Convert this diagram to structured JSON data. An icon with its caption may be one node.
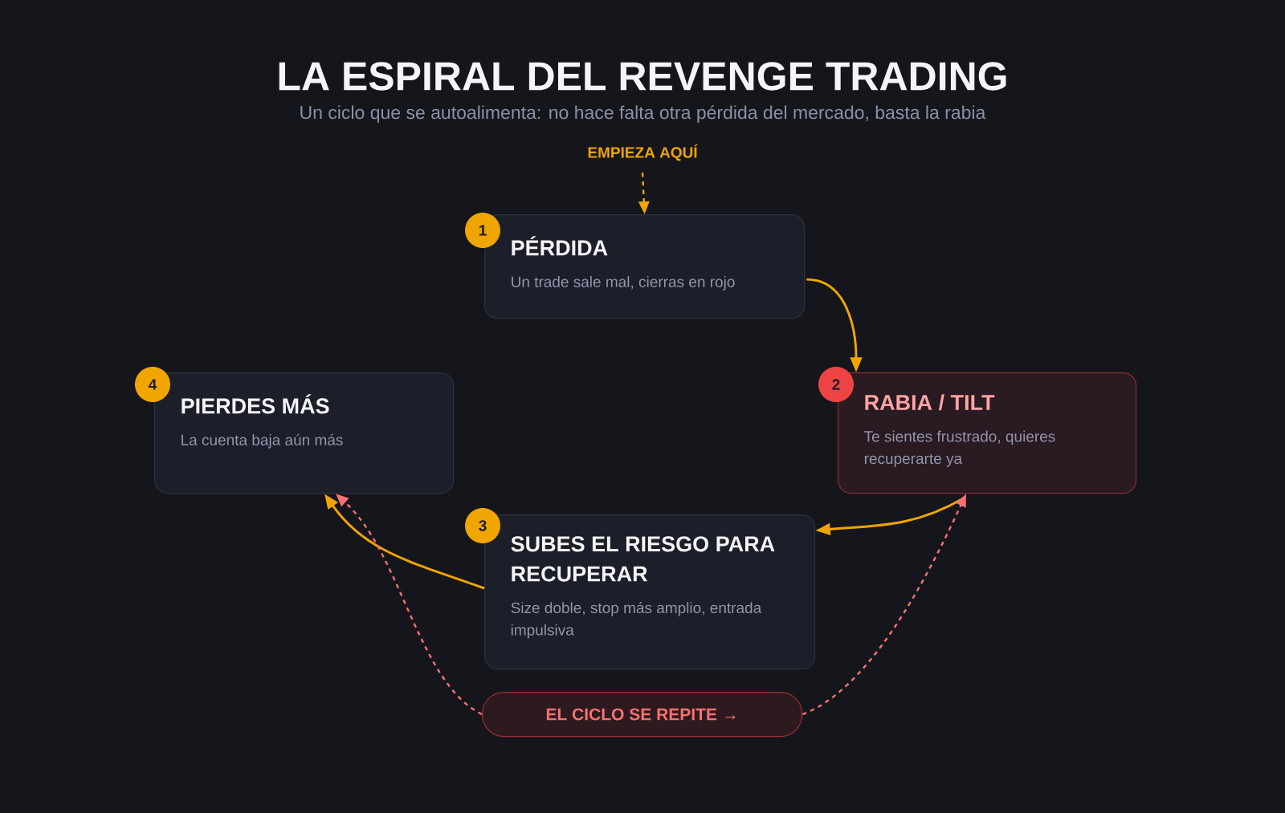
{
  "diagram": {
    "title": "LA ESPIRAL DEL REVENGE TRADING",
    "caption": "Un ciclo que se autoalimenta: no hace falta otra pérdida del mercado, basta la rabia",
    "nodes": [
      {
        "text": [
          "EMPIEZA AQUÍ"
        ]
      },
      {
        "text": [
          "PÉRDIDA",
          "Un trade sale mal, cierras en rojo"
        ],
        "beside": [
          "1"
        ]
      },
      {
        "text": [
          "RABIA / TILT",
          "Te sientes frustrado, quieres recuperarte ya"
        ],
        "beside": [
          "2"
        ]
      },
      {
        "text": [
          "SUBES EL RIESGO PARA RECUPERAR",
          "Size doble, stop más amplio, entrada impulsiva"
        ],
        "beside": [
          "3"
        ]
      },
      {
        "text": [
          "PIERDES MÁS",
          "La cuenta baja aún más"
        ],
        "beside": [
          "4"
        ]
      },
      {
        "text": [
          "EL CICLO SE REPITE →"
        ]
      }
    ],
    "edges": [
      {
        "from": 0,
        "to": 1,
        "arrow": "to",
        "style": "dashed"
      },
      {
        "from": 1,
        "to": 2,
        "arrow": "to"
      },
      {
        "from": 2,
        "to": 3,
        "arrow": "to"
      },
      {
        "from": 3,
        "to": 4,
        "arrow": "to"
      },
      {
        "from": 5,
        "to": 4,
        "arrow": "to",
        "style": "dashed",
        "color": "#f87171"
      },
      {
        "from": 5,
        "to": 2,
        "arrow": "to",
        "style": "dashed",
        "color": "#f87171"
      }
    ]
  }
}
